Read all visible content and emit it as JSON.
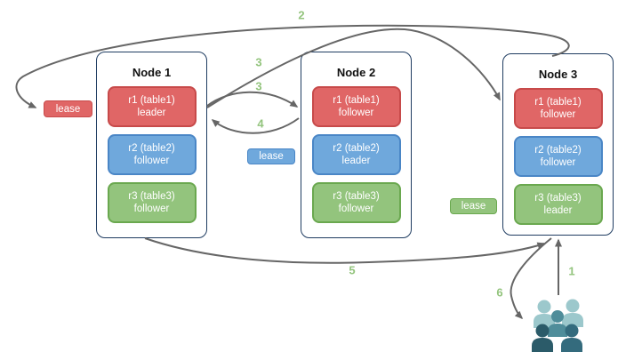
{
  "nodes": [
    {
      "title": "Node 1",
      "replicas": [
        {
          "name": "r1 (table1)",
          "role": "leader",
          "color": "#e06666"
        },
        {
          "name": "r2 (table2)",
          "role": "follower",
          "color": "#6fa8dc"
        },
        {
          "name": "r3 (table3)",
          "role": "follower",
          "color": "#93c47d"
        }
      ]
    },
    {
      "title": "Node 2",
      "replicas": [
        {
          "name": "r1 (table1)",
          "role": "follower",
          "color": "#e06666"
        },
        {
          "name": "r2 (table2)",
          "role": "leader",
          "color": "#6fa8dc"
        },
        {
          "name": "r3 (table3)",
          "role": "follower",
          "color": "#93c47d"
        }
      ]
    },
    {
      "title": "Node 3",
      "replicas": [
        {
          "name": "r1 (table1)",
          "role": "follower",
          "color": "#e06666"
        },
        {
          "name": "r2 (table2)",
          "role": "follower",
          "color": "#6fa8dc"
        },
        {
          "name": "r3 (table3)",
          "role": "leader",
          "color": "#93c47d"
        }
      ]
    }
  ],
  "leases": [
    {
      "label": "lease",
      "color": "#e06666"
    },
    {
      "label": "lease",
      "color": "#6fa8dc"
    },
    {
      "label": "lease",
      "color": "#93c47d"
    }
  ],
  "steps": {
    "s1": "1",
    "s2": "2",
    "s3a": "3",
    "s3b": "3",
    "s4": "4",
    "s5": "5",
    "s6": "6"
  },
  "icons": {
    "users": "users-icon"
  },
  "colors": {
    "node_border": "#1f3c61",
    "arrow": "#666666",
    "step_label": "#93c47d",
    "replica_red": "#e06666",
    "replica_red_border": "#c74a4a",
    "replica_blue": "#6fa8dc",
    "replica_blue_border": "#4a86c6",
    "replica_green": "#93c47d",
    "replica_green_border": "#6aa84f",
    "users_light": "#9cc8cc",
    "users_medium": "#4f8d9a",
    "users_dark_left": "#2b5b69",
    "users_dark_right": "#346b7d"
  }
}
